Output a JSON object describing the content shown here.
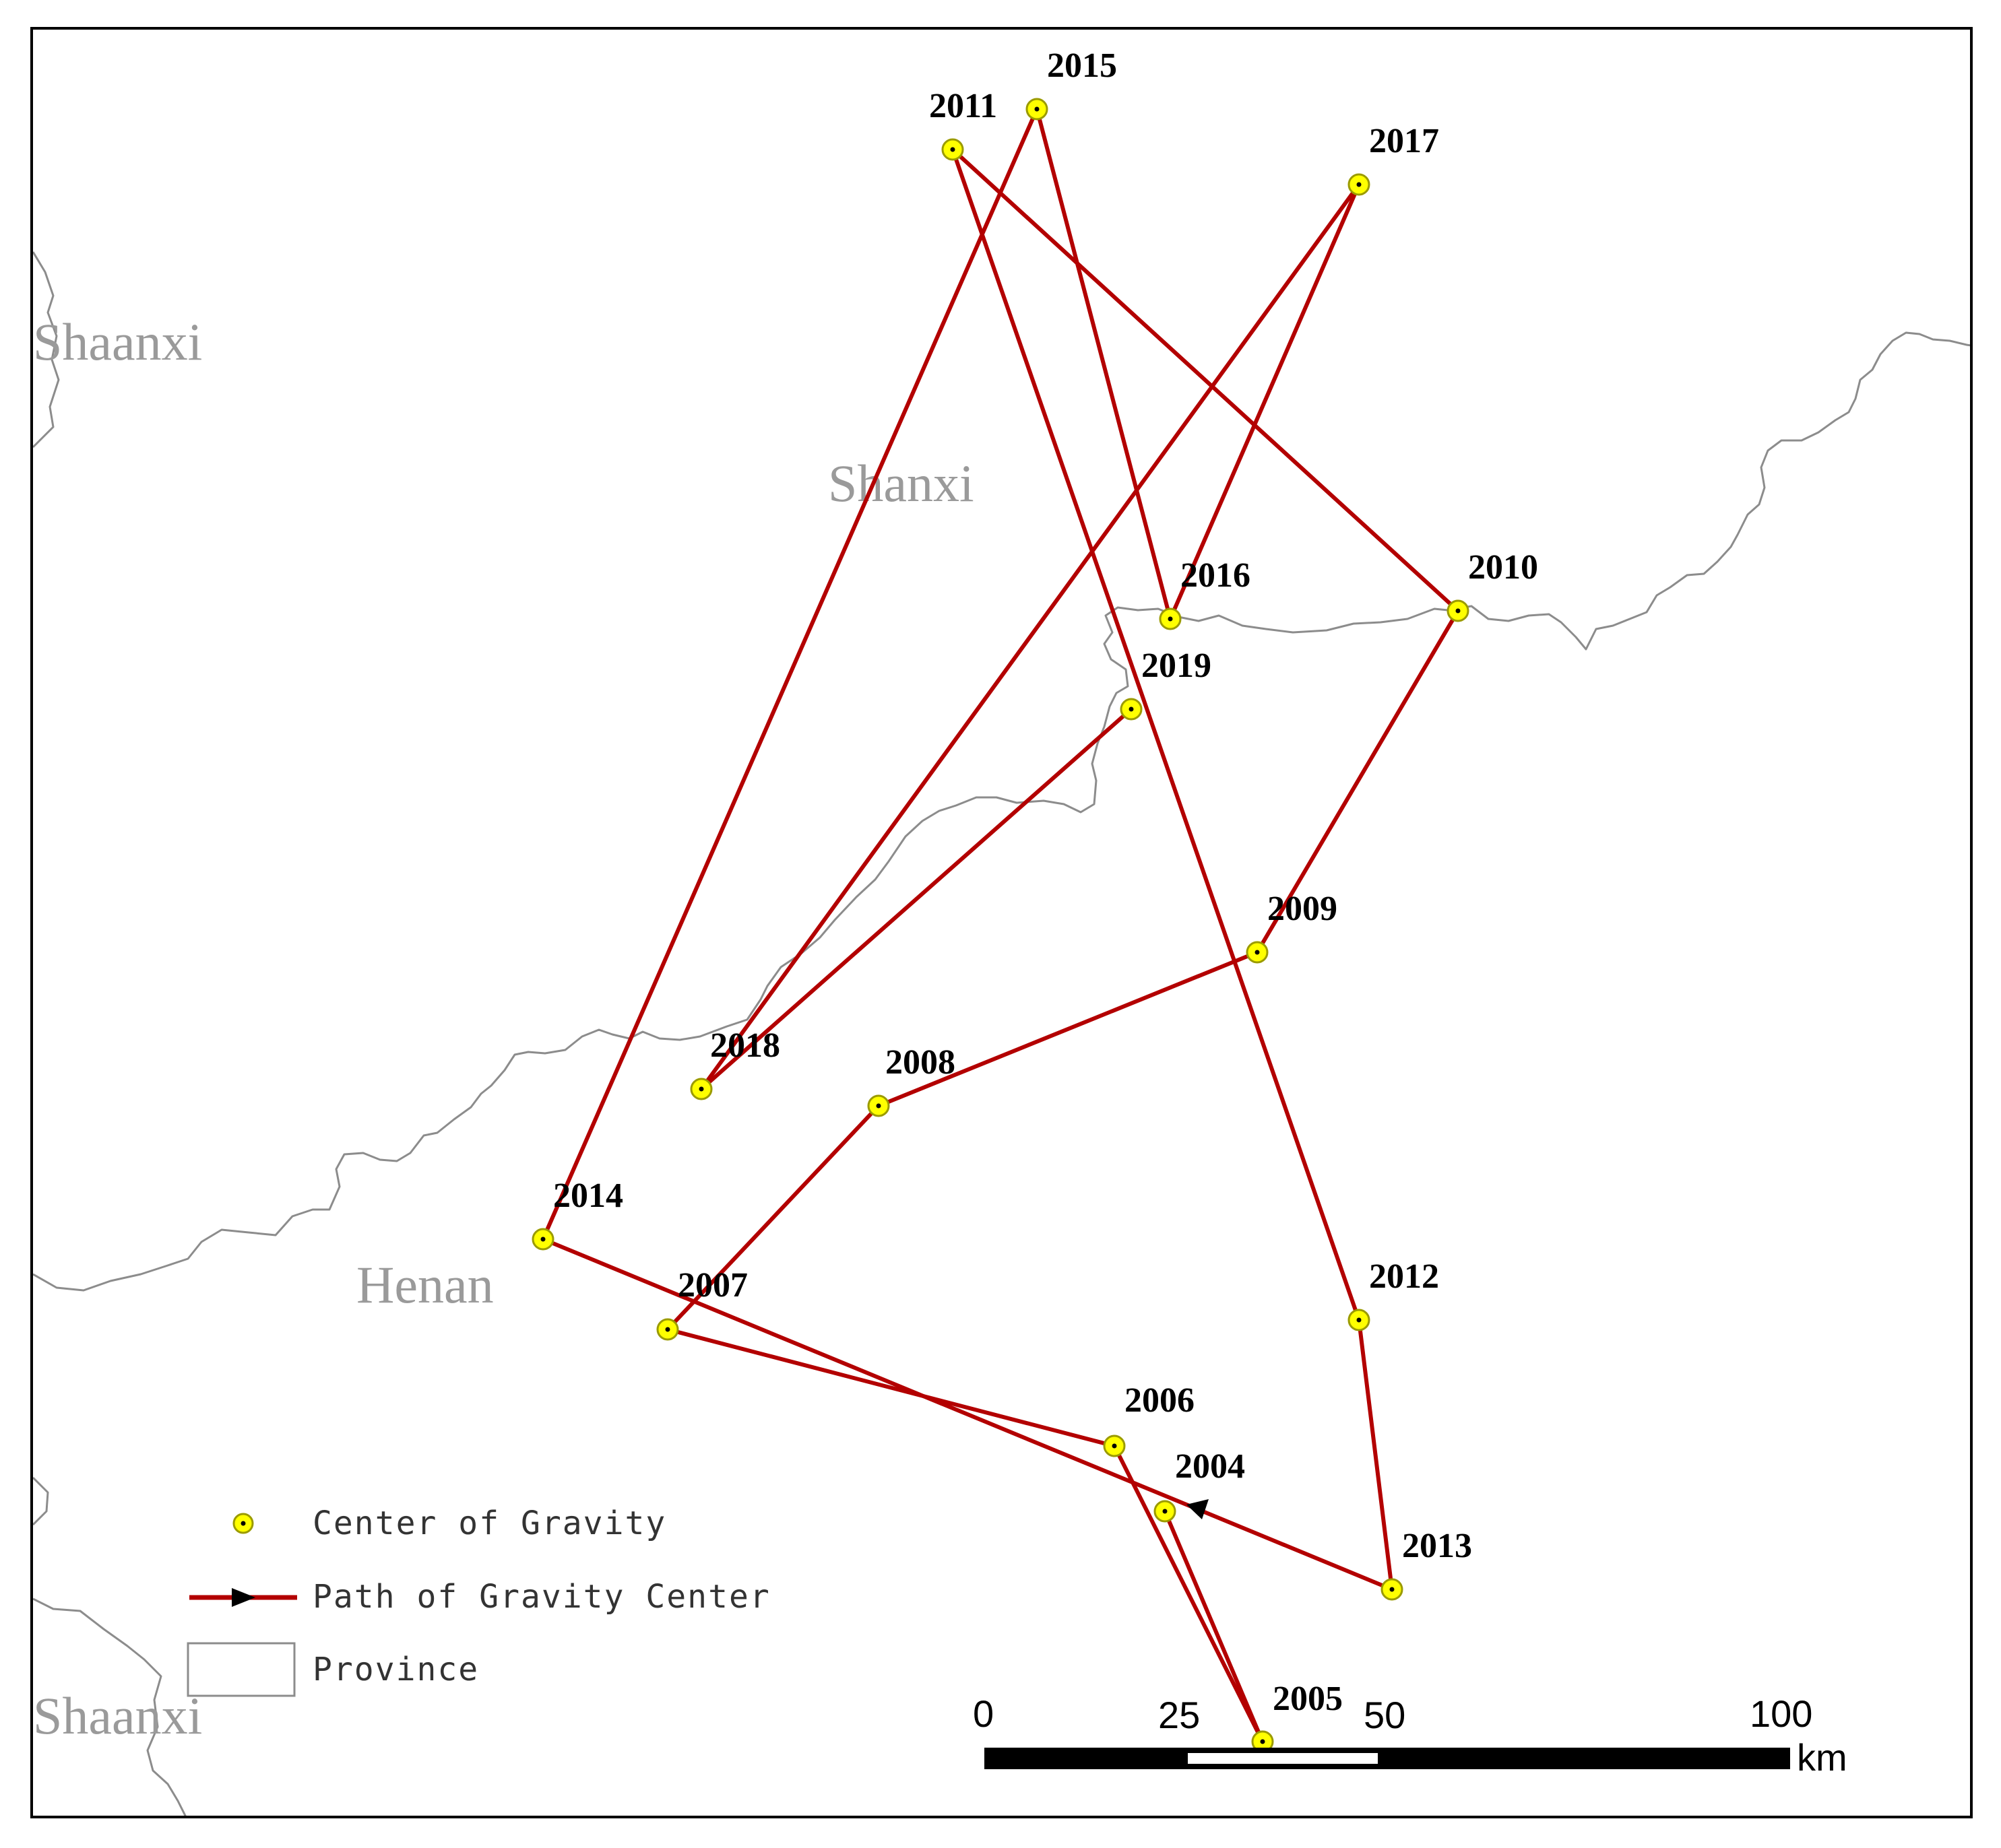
{
  "provinces": {
    "shaanxi_top": "Shaanxi",
    "shanxi": "Shanxi",
    "henan": "Henan",
    "shaanxi_bottom": "Shaanxi"
  },
  "colors": {
    "path": "#b30000",
    "point_fill": "#ffff00",
    "point_stroke": "#9b9b00",
    "boundary": "#8c8c8c",
    "province_label": "#9a9a9a"
  },
  "path_order": [
    "2004",
    "2005",
    "2006",
    "2007",
    "2008",
    "2009",
    "2010",
    "2011",
    "2012",
    "2013",
    "2014",
    "2015",
    "2016",
    "2017",
    "2018",
    "2019"
  ],
  "points": [
    {
      "year": "2004"
    },
    {
      "year": "2005"
    },
    {
      "year": "2006"
    },
    {
      "year": "2007"
    },
    {
      "year": "2008"
    },
    {
      "year": "2009"
    },
    {
      "year": "2010"
    },
    {
      "year": "2011"
    },
    {
      "year": "2012"
    },
    {
      "year": "2013"
    },
    {
      "year": "2014"
    },
    {
      "year": "2015"
    },
    {
      "year": "2016"
    },
    {
      "year": "2017"
    },
    {
      "year": "2018"
    },
    {
      "year": "2019"
    }
  ],
  "legend": {
    "center": "Center of Gravity",
    "path": "Path of Gravity Center",
    "province": "Province"
  },
  "scale_bar": {
    "ticks": [
      "0",
      "25",
      "50",
      "100"
    ],
    "unit": "km"
  }
}
